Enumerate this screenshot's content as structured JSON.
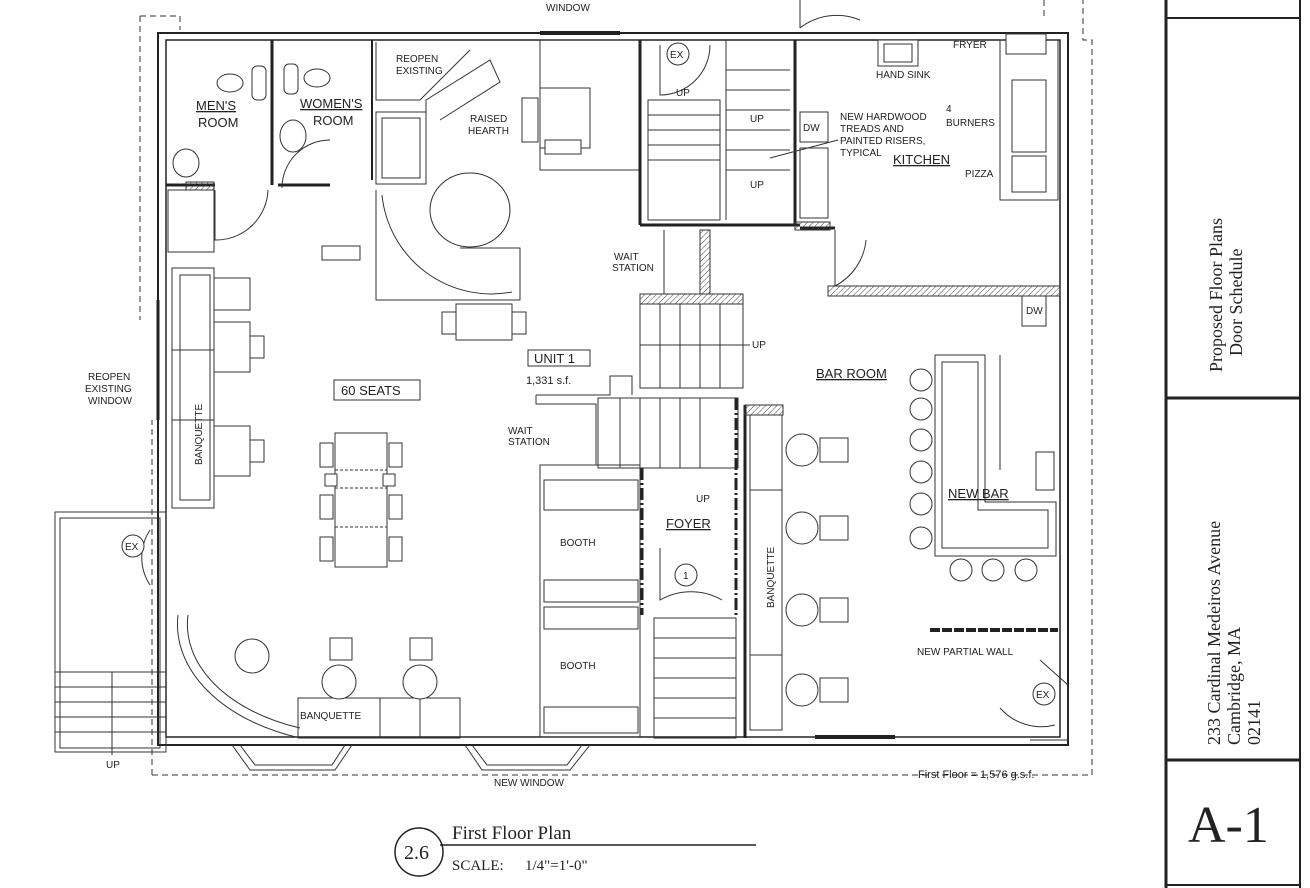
{
  "plan": {
    "title": "First Floor Plan",
    "sheet_number": "2.6",
    "scale_label": "SCALE:",
    "scale_value": "1/4\"=1'-0\"",
    "area_note": "First Floor = 1,576 g.s.f."
  },
  "title_block": {
    "drawing_title_line1": "Proposed Floor Plans",
    "drawing_title_line2": "Door Schedule",
    "address_line1": "233 Cardinal Medeiros Avenue",
    "address_line2": "Cambridge, MA",
    "address_line3": "02141",
    "sheet_id": "A-1"
  },
  "labels": {
    "window_top": "WINDOW",
    "new_window": "NEW WINDOW",
    "reopen_window_1": "REOPEN",
    "reopen_window_2": "EXISTING",
    "reopen_window_3": "WINDOW",
    "reopen_existing_1": "REOPEN",
    "reopen_existing_2": "EXISTING",
    "mens_room_1": "MEN'S",
    "mens_room_2": "ROOM",
    "womens_room_1": "WOMEN'S",
    "womens_room_2": "ROOM",
    "raised_hearth_1": "RAISED",
    "raised_hearth_2": "HEARTH",
    "hand_sink": "HAND SINK",
    "fryer": "FRYER",
    "burners_1": "4",
    "burners_2": "BURNERS",
    "pizza": "PIZZA",
    "kitchen": "KITCHEN",
    "dw_kitchen": "DW",
    "dw_bar": "DW",
    "hardwood_1": "NEW HARDWOOD",
    "hardwood_2": "TREADS AND",
    "hardwood_3": "PAINTED RISERS,",
    "hardwood_4": "TYPICAL",
    "wait_station_1a": "WAIT",
    "wait_station_1b": "STATION",
    "wait_station_2a": "WAIT",
    "wait_station_2b": "STATION",
    "unit_name": "UNIT 1",
    "unit_area": "1,331 s.f.",
    "seats": "60 SEATS",
    "banquette_left": "BANQUETTE",
    "banquette_bottom": "BANQUETTE",
    "banquette_bar": "BANQUETTE",
    "booth_1": "BOOTH",
    "booth_2": "BOOTH",
    "foyer": "FOYER",
    "bar_room": "BAR ROOM",
    "new_bar": "NEW BAR",
    "new_partial_wall": "NEW PARTIAL WALL",
    "ex_top": "EX",
    "ex_left": "EX",
    "ex_right": "EX",
    "door_tag": "1",
    "up_stair_top": "UP",
    "up_stair_top2": "UP",
    "up_stair_top3": "UP",
    "up_center": "UP",
    "up_foyer": "UP",
    "up_exterior": "UP"
  }
}
